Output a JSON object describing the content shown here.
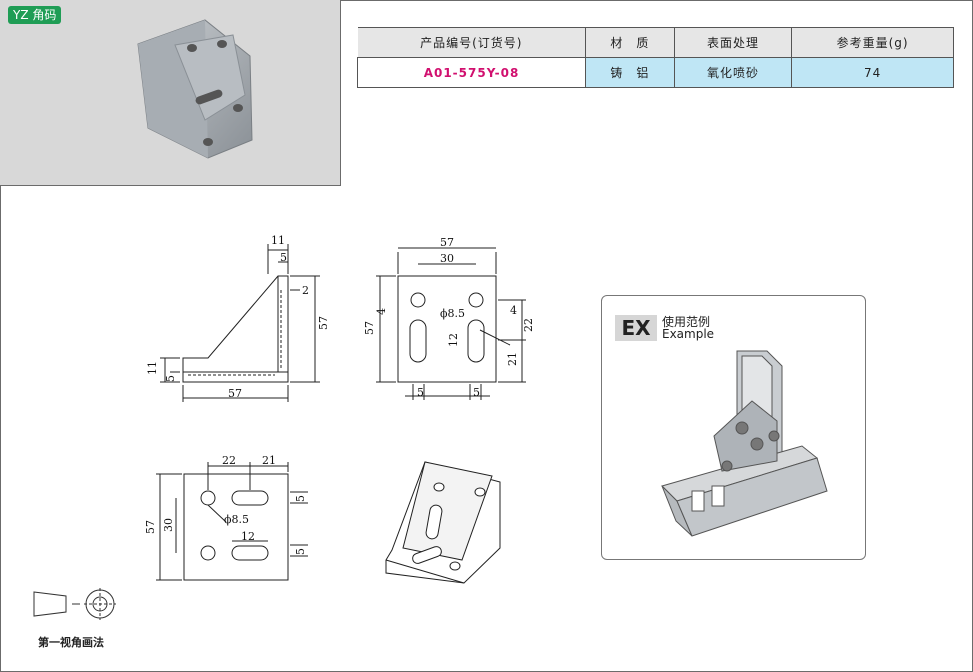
{
  "tag": "YZ 角码",
  "table": {
    "headers": [
      "产品编号(订货号)",
      "材　质",
      "表面处理",
      "参考重量(g)"
    ],
    "row": [
      "A01-575Y-08",
      "铸　铝",
      "氧化喷砂",
      "74"
    ]
  },
  "example": {
    "badge": "EX",
    "title_cn": "使用范例",
    "title_en": "Example"
  },
  "projection_label": "第一视角画法",
  "dims": {
    "side": {
      "top": "11",
      "top_inner": "5",
      "right_small": "2",
      "height": "57",
      "left_height": "11",
      "left_small": "5",
      "bottom": "57"
    },
    "front": {
      "width": "57",
      "hole_spacing": "30",
      "height": "57",
      "left_small": "4",
      "hole_dia": "ϕ8.5",
      "slot": "12",
      "right_small": "4",
      "right_22": "22",
      "right_21": "21",
      "bottom_left": "5",
      "bottom_right": "5"
    },
    "top": {
      "w22": "22",
      "w21": "21",
      "height": "57",
      "h30": "30",
      "hole_dia": "ϕ8.5",
      "slot": "12",
      "right_small_top": "5",
      "right_small_bottom": "5"
    }
  },
  "colors": {
    "tag_green": "#1f9d55",
    "code_pink": "#d1106f",
    "row_blue": "#bfe6f5",
    "head_gray": "#e6e6e6"
  }
}
